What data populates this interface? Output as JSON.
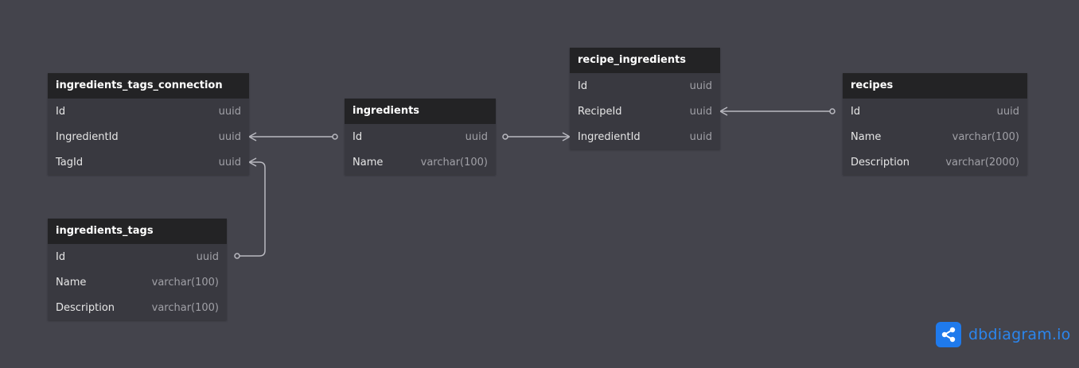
{
  "tables": [
    {
      "id": "ingredients_tags_connection",
      "name": "ingredients_tags_connection",
      "fields": [
        {
          "name": "Id",
          "type": "uuid"
        },
        {
          "name": "IngredientId",
          "type": "uuid"
        },
        {
          "name": "TagId",
          "type": "uuid"
        }
      ]
    },
    {
      "id": "ingredients",
      "name": "ingredients",
      "fields": [
        {
          "name": "Id",
          "type": "uuid"
        },
        {
          "name": "Name",
          "type": "varchar(100)"
        }
      ]
    },
    {
      "id": "recipe_ingredients",
      "name": "recipe_ingredients",
      "fields": [
        {
          "name": "Id",
          "type": "uuid"
        },
        {
          "name": "RecipeId",
          "type": "uuid"
        },
        {
          "name": "IngredientId",
          "type": "uuid"
        }
      ]
    },
    {
      "id": "recipes",
      "name": "recipes",
      "fields": [
        {
          "name": "Id",
          "type": "uuid"
        },
        {
          "name": "Name",
          "type": "varchar(100)"
        },
        {
          "name": "Description",
          "type": "varchar(2000)"
        }
      ]
    },
    {
      "id": "ingredients_tags",
      "name": "ingredients_tags",
      "fields": [
        {
          "name": "Id",
          "type": "uuid"
        },
        {
          "name": "Name",
          "type": "varchar(100)"
        },
        {
          "name": "Description",
          "type": "varchar(100)"
        }
      ]
    }
  ],
  "relationships": [
    {
      "from": "ingredients_tags_connection.IngredientId",
      "to": "ingredients.Id",
      "cardinality": "many-to-one"
    },
    {
      "from": "ingredients_tags_connection.TagId",
      "to": "ingredients_tags.Id",
      "cardinality": "many-to-one"
    },
    {
      "from": "recipe_ingredients.IngredientId",
      "to": "ingredients.Id",
      "cardinality": "many-to-one"
    },
    {
      "from": "recipe_ingredients.RecipeId",
      "to": "recipes.Id",
      "cardinality": "many-to-one"
    }
  ],
  "brand": {
    "name": "dbdiagram.io",
    "icon": "share-nodes-icon"
  },
  "colors": {
    "canvas": "#44444c",
    "table_header": "#232325",
    "table_body": "#393940",
    "connector": "#b9b9c0",
    "brand": "#1f7aec"
  }
}
